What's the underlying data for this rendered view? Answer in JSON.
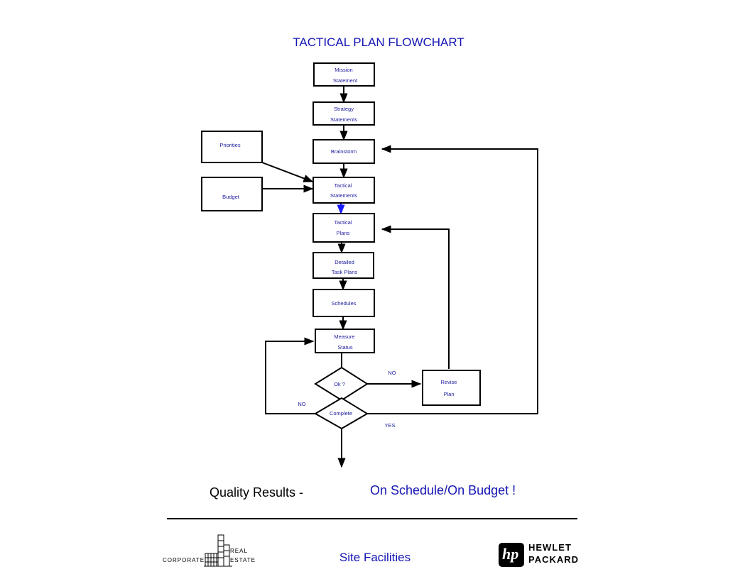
{
  "title": "TACTICAL PLAN FLOWCHART",
  "nodes": {
    "mission": [
      "Mission",
      "Statement"
    ],
    "strategy": [
      "Strategy",
      "Statements"
    ],
    "brainstorm": [
      "Brainstorm"
    ],
    "priorities": [
      "Priorities"
    ],
    "budget": [
      "Budget"
    ],
    "tactical_statements": [
      "Tactical",
      "Statements"
    ],
    "tactical_plans": [
      "Tactical",
      "Plans"
    ],
    "detailed_task_plans": [
      "Detailed",
      "Task Plans"
    ],
    "schedules": [
      "Schedules"
    ],
    "measure_status": [
      "Measure",
      "Status"
    ],
    "ok": [
      "Ok ?"
    ],
    "complete": [
      "Complete"
    ],
    "revise_plan": [
      "Revise",
      "Plan"
    ]
  },
  "edge_labels": {
    "ok_no": "NO",
    "complete_no": "NO",
    "complete_yes": "YES"
  },
  "footer": {
    "quality": "Quality Results -",
    "on_schedule": "On Schedule/On Budget !",
    "site": "Site Facilities",
    "corporate": "CORPORATE",
    "real": "REAL",
    "estate": "ESTATE",
    "hp_mark": "hp",
    "hewlett": "HEWLET",
    "packard": "PACKARD"
  },
  "colors": {
    "title": "#1616b4",
    "node_text": "#2020a0",
    "highlight_arrow": "#1a1aff"
  }
}
